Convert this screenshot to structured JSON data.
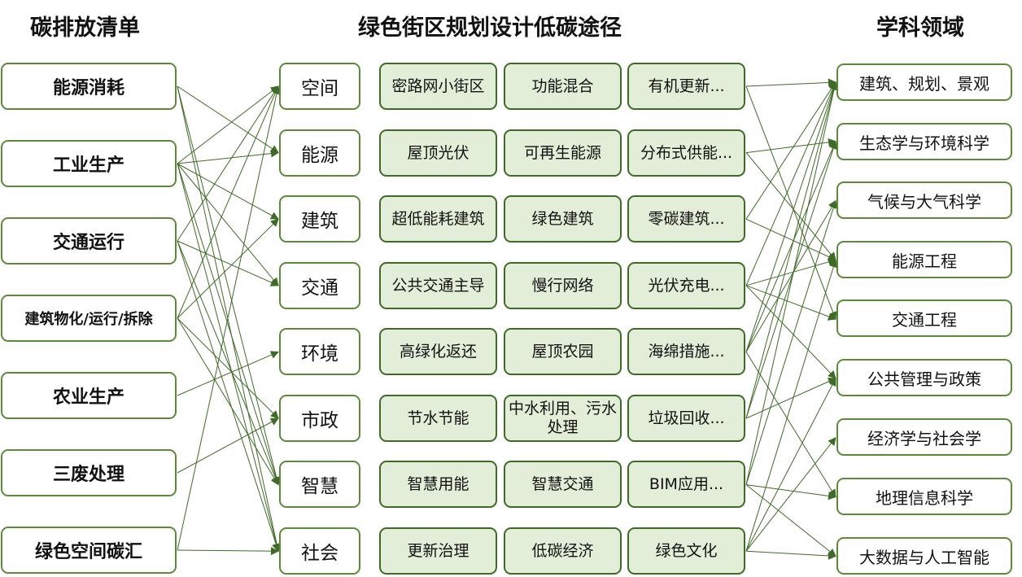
{
  "titles": {
    "left": "碳排放清单",
    "center": "绿色街区规划设计低碳途径",
    "right": "学科领域"
  },
  "colors": {
    "box_border": "#5b8a3a",
    "mid_fill": "#e2eed8",
    "mid_border": "#3f6a28",
    "line": "#3f6a28"
  },
  "sources": [
    {
      "label": "能源消耗"
    },
    {
      "label": "工业生产"
    },
    {
      "label": "交通运行"
    },
    {
      "label": "建筑物化/运行/拆除"
    },
    {
      "label": "农业生产"
    },
    {
      "label": "三废处理"
    },
    {
      "label": "绿色空间碳汇"
    }
  ],
  "categories": [
    {
      "label": "空间",
      "items": [
        "密路网小街区",
        "功能混合",
        "有机更新..."
      ]
    },
    {
      "label": "能源",
      "items": [
        "屋顶光伏",
        "可再生能源",
        "分布式供能..."
      ]
    },
    {
      "label": "建筑",
      "items": [
        "超低能耗建筑",
        "绿色建筑",
        "零碳建筑..."
      ]
    },
    {
      "label": "交通",
      "items": [
        "公共交通主导",
        "慢行网络",
        "光伏充电..."
      ]
    },
    {
      "label": "环境",
      "items": [
        "高绿化返还",
        "屋顶农园",
        "海绵措施..."
      ]
    },
    {
      "label": "市政",
      "items": [
        "节水节能",
        "中水利用、污水处理",
        "垃圾回收..."
      ]
    },
    {
      "label": "智慧",
      "items": [
        "智慧用能",
        "智慧交通",
        "BIM应用..."
      ]
    },
    {
      "label": "社会",
      "items": [
        "更新治理",
        "低碳经济",
        "绿色文化"
      ]
    }
  ],
  "disciplines": [
    {
      "label": "建筑、规划、景观"
    },
    {
      "label": "生态学与环境科学"
    },
    {
      "label": "气候与大气科学"
    },
    {
      "label": "能源工程"
    },
    {
      "label": "交通工程"
    },
    {
      "label": "公共管理与政策"
    },
    {
      "label": "经济学与社会学"
    },
    {
      "label": "地理信息科学"
    },
    {
      "label": "大数据与人工智能"
    }
  ],
  "left_links": [
    [
      0,
      1
    ],
    [
      0,
      6
    ],
    [
      0,
      7
    ],
    [
      1,
      0
    ],
    [
      1,
      1
    ],
    [
      1,
      2
    ],
    [
      1,
      3
    ],
    [
      1,
      6
    ],
    [
      1,
      7
    ],
    [
      2,
      0
    ],
    [
      2,
      3
    ],
    [
      2,
      6
    ],
    [
      2,
      7
    ],
    [
      3,
      0
    ],
    [
      3,
      2
    ],
    [
      3,
      5
    ],
    [
      3,
      6
    ],
    [
      4,
      4
    ],
    [
      5,
      5
    ],
    [
      6,
      0
    ],
    [
      6,
      7
    ]
  ],
  "right_links": [
    [
      0,
      0
    ],
    [
      0,
      4
    ],
    [
      1,
      1
    ],
    [
      1,
      3
    ],
    [
      2,
      0
    ],
    [
      2,
      3
    ],
    [
      3,
      0
    ],
    [
      3,
      3
    ],
    [
      3,
      4
    ],
    [
      3,
      5
    ],
    [
      4,
      0
    ],
    [
      4,
      1
    ],
    [
      4,
      2
    ],
    [
      4,
      7
    ],
    [
      5,
      0
    ],
    [
      5,
      1
    ],
    [
      5,
      5
    ],
    [
      6,
      0
    ],
    [
      6,
      2
    ],
    [
      6,
      7
    ],
    [
      6,
      8
    ],
    [
      7,
      3
    ],
    [
      7,
      5
    ],
    [
      7,
      6
    ],
    [
      7,
      8
    ]
  ]
}
